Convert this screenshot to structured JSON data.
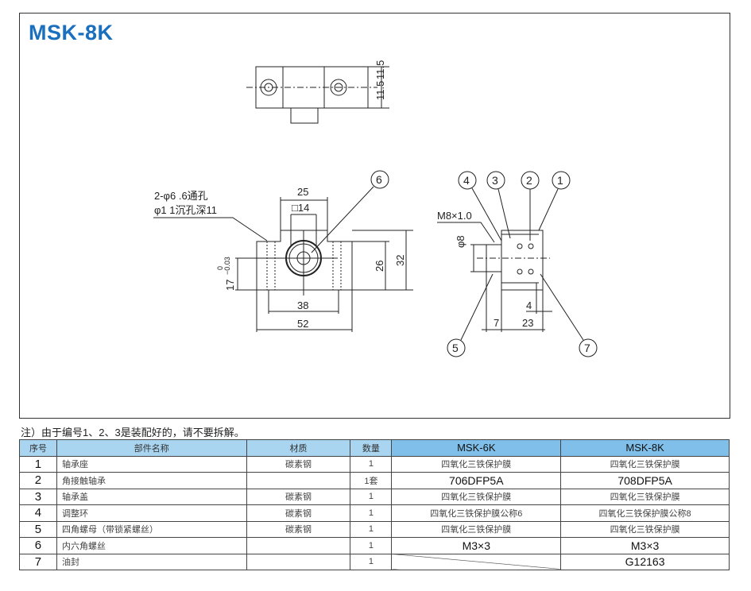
{
  "title": "MSK-8K",
  "drawing": {
    "top_dims": [
      "11.5",
      "11.5"
    ],
    "front": {
      "hole_note_1": "2-φ6 .6通孔",
      "hole_note_2": "φ1 1沉孔深11",
      "dim_25": "25",
      "dim_14": "□14",
      "dim_17": "17",
      "tol_upper": "0",
      "tol_lower": "−0.03",
      "dim_26": "26",
      "dim_32": "32",
      "dim_38": "38",
      "dim_52": "52"
    },
    "side": {
      "thread": "M8×1.0",
      "dia": "φ8",
      "dim_4": "4",
      "dim_7": "7",
      "dim_23": "23"
    },
    "balloons": [
      "1",
      "2",
      "3",
      "4",
      "5",
      "6",
      "7"
    ]
  },
  "note": "注）由于编号1、2、3是装配好的，请不要拆解。",
  "table": {
    "headers": [
      "序号",
      "部件名称",
      "材质",
      "数量",
      "MSK-6K",
      "MSK-8K"
    ],
    "rows": [
      [
        "1",
        "轴承座",
        "碳素钢",
        "1",
        "四氧化三铁保护膜",
        "四氧化三铁保护膜"
      ],
      [
        "2",
        "角接触轴承",
        "",
        "1套",
        "706DFP5A",
        "708DFP5A"
      ],
      [
        "3",
        "轴承盖",
        "碳素钢",
        "1",
        "四氧化三铁保护膜",
        "四氧化三铁保护膜"
      ],
      [
        "4",
        "调整环",
        "碳素钢",
        "1",
        "四氧化三铁保护膜公称6",
        "四氧化三铁保护膜公称8"
      ],
      [
        "5",
        "四角螺母（带锁紧螺丝）",
        "碳素钢",
        "1",
        "四氧化三铁保护膜",
        "四氧化三铁保护膜"
      ],
      [
        "6",
        "内六角螺丝",
        "",
        "1",
        "M3×3",
        "M3×3"
      ],
      [
        "7",
        "油封",
        "",
        "1",
        "",
        "G12163"
      ]
    ]
  }
}
